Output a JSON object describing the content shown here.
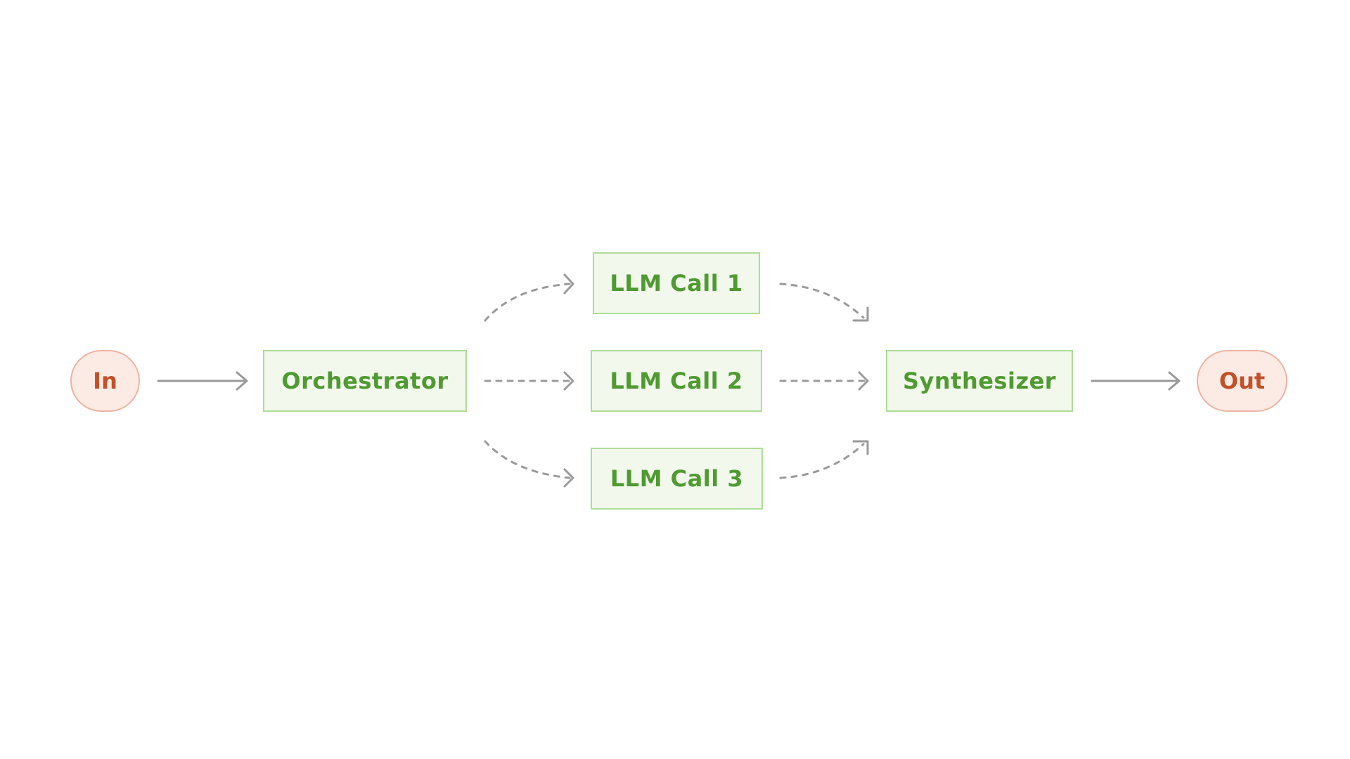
{
  "diagram": {
    "nodes": {
      "input": {
        "label": "In"
      },
      "orchestrator": {
        "label": "Orchestrator"
      },
      "llm_call_1": {
        "label": "LLM Call 1"
      },
      "llm_call_2": {
        "label": "LLM Call 2"
      },
      "llm_call_3": {
        "label": "LLM Call 3"
      },
      "synthesizer": {
        "label": "Synthesizer"
      },
      "output": {
        "label": "Out"
      }
    },
    "edges": [
      {
        "from": "In",
        "to": "Orchestrator",
        "style": "solid"
      },
      {
        "from": "Orchestrator",
        "to": "LLM Call 1",
        "style": "dashed"
      },
      {
        "from": "Orchestrator",
        "to": "LLM Call 2",
        "style": "dashed"
      },
      {
        "from": "Orchestrator",
        "to": "LLM Call 3",
        "style": "dashed"
      },
      {
        "from": "LLM Call 1",
        "to": "Synthesizer",
        "style": "dashed"
      },
      {
        "from": "LLM Call 2",
        "to": "Synthesizer",
        "style": "dashed"
      },
      {
        "from": "LLM Call 3",
        "to": "Synthesizer",
        "style": "dashed"
      },
      {
        "from": "Synthesizer",
        "to": "Out",
        "style": "solid"
      }
    ],
    "colors": {
      "process_fill": "#f2f8ec",
      "process_border": "#aedc98",
      "process_text": "#4f9a31",
      "io_fill": "#fcebe5",
      "io_border": "#eeb3a2",
      "io_text": "#c2512a",
      "arrow": "#9a9a9a"
    }
  }
}
